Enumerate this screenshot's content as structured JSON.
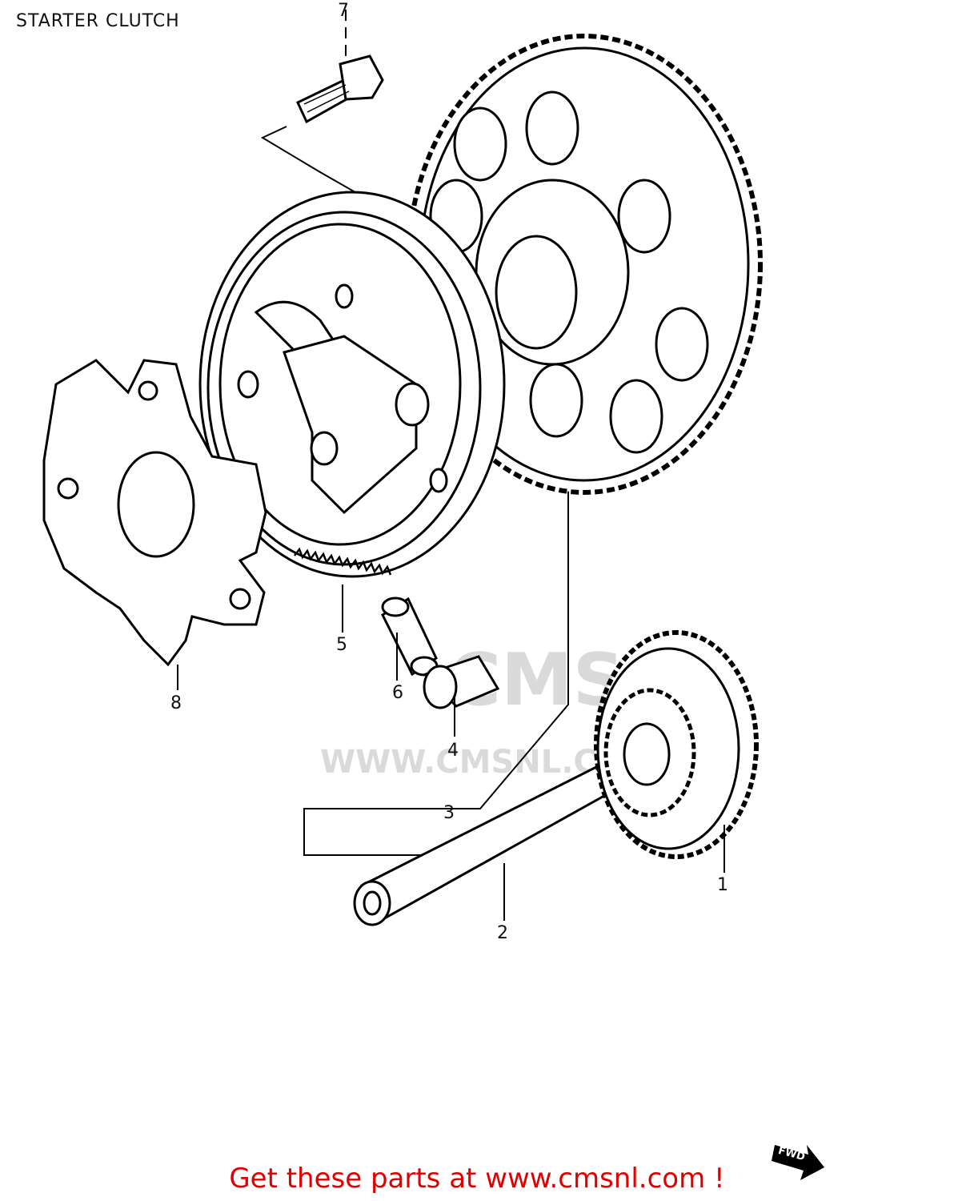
{
  "title": "STARTER CLUTCH",
  "parts": [
    {
      "id": "1",
      "label": "1"
    },
    {
      "id": "2",
      "label": "2"
    },
    {
      "id": "3",
      "label": "3"
    },
    {
      "id": "4",
      "label": "4"
    },
    {
      "id": "5",
      "label": "5"
    },
    {
      "id": "6",
      "label": "6"
    },
    {
      "id": "7",
      "label": "7"
    },
    {
      "id": "8",
      "label": "8"
    }
  ],
  "watermark": {
    "url": "WWW.CMSNL.COM",
    "logo": "CMS"
  },
  "forward_badge": "FWD",
  "footer": "Get these parts at www.cmsnl.com !"
}
